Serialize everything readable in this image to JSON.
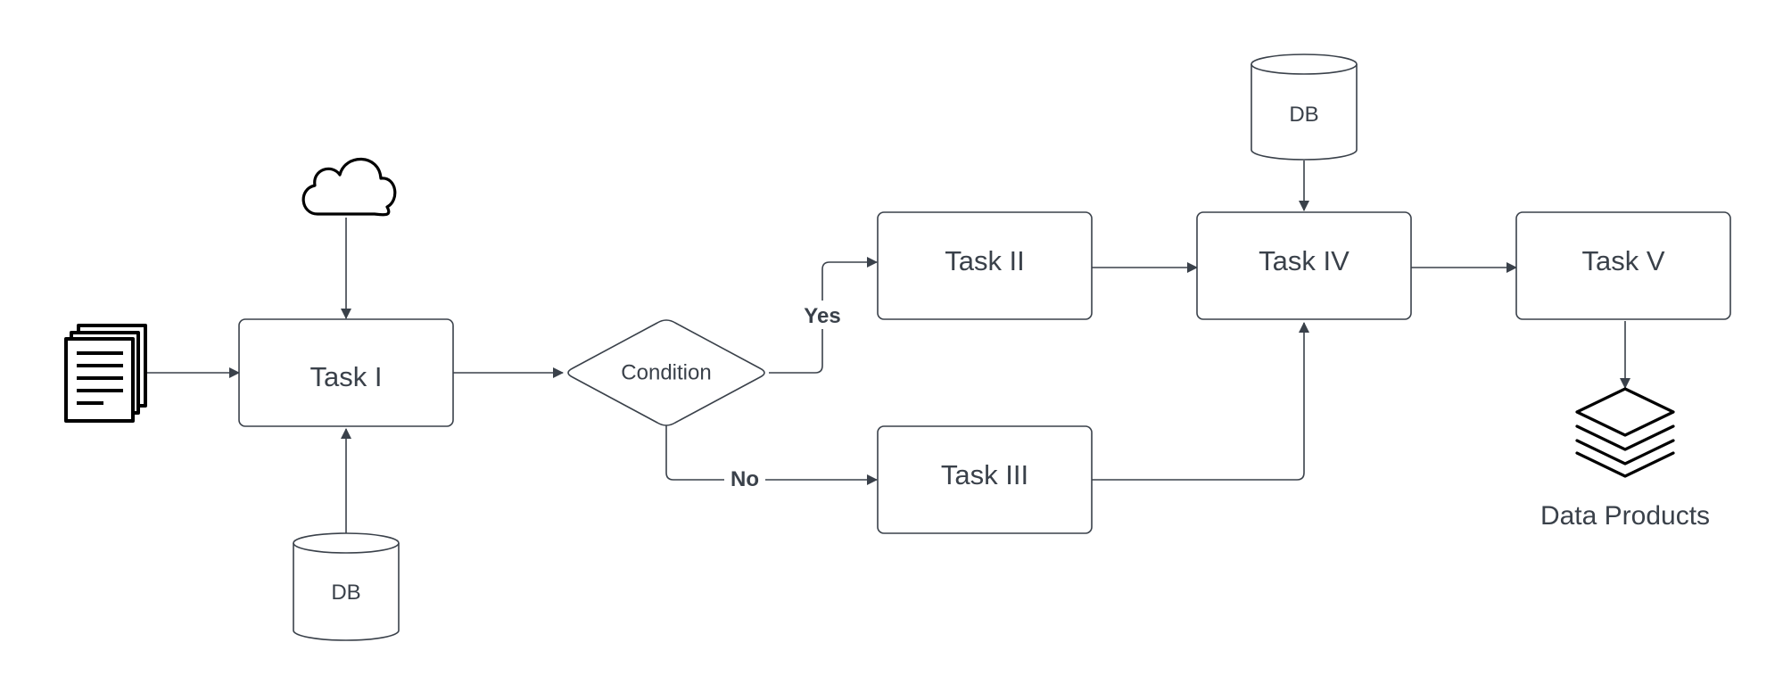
{
  "nodes": {
    "task1": "Task I",
    "task2": "Task II",
    "task3": "Task III",
    "task4": "Task IV",
    "task5": "Task V",
    "condition": "Condition",
    "db_left": "DB",
    "db_top": "DB",
    "data_products": "Data Products"
  },
  "edges": {
    "yes": "Yes",
    "no": "No"
  },
  "icons": {
    "source_documents": "documents-icon",
    "source_cloud": "cloud-icon",
    "output_layers": "layers-icon"
  },
  "colors": {
    "stroke": "#3a414a",
    "icon": "#000000",
    "background": "#ffffff"
  }
}
